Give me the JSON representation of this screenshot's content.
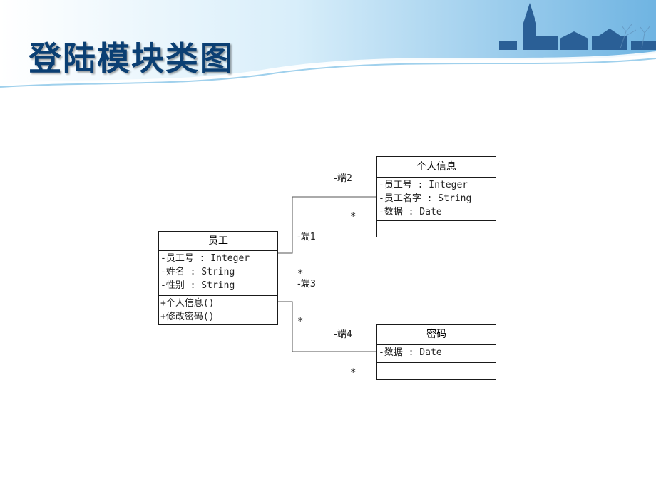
{
  "title": "登陆模块类图",
  "colors": {
    "title": "#0b3f73",
    "banner_light": "#e8f4fb",
    "banner_mid": "#9fd0ec",
    "banner_dark": "#2f7fc1"
  },
  "classes": {
    "employee": {
      "name": "员工",
      "attributes": [
        "-员工号 : Integer",
        "-姓名 : String",
        "-性别 : String"
      ],
      "operations": [
        "+个人信息()",
        "+修改密码()"
      ]
    },
    "personal_info": {
      "name": "个人信息",
      "attributes": [
        "-员工号 : Integer",
        "-员工名字 : String",
        "-数据 : Date"
      ],
      "operations": []
    },
    "password": {
      "name": "密码",
      "attributes": [
        "-数据 : Date"
      ],
      "operations": []
    }
  },
  "associations": [
    {
      "end_a": "-端1",
      "end_b": "-端2",
      "mult_a": "*",
      "mult_b": "*"
    },
    {
      "end_a": "-端3",
      "end_b": "-端4",
      "mult_a": "*",
      "mult_b": "*"
    }
  ]
}
